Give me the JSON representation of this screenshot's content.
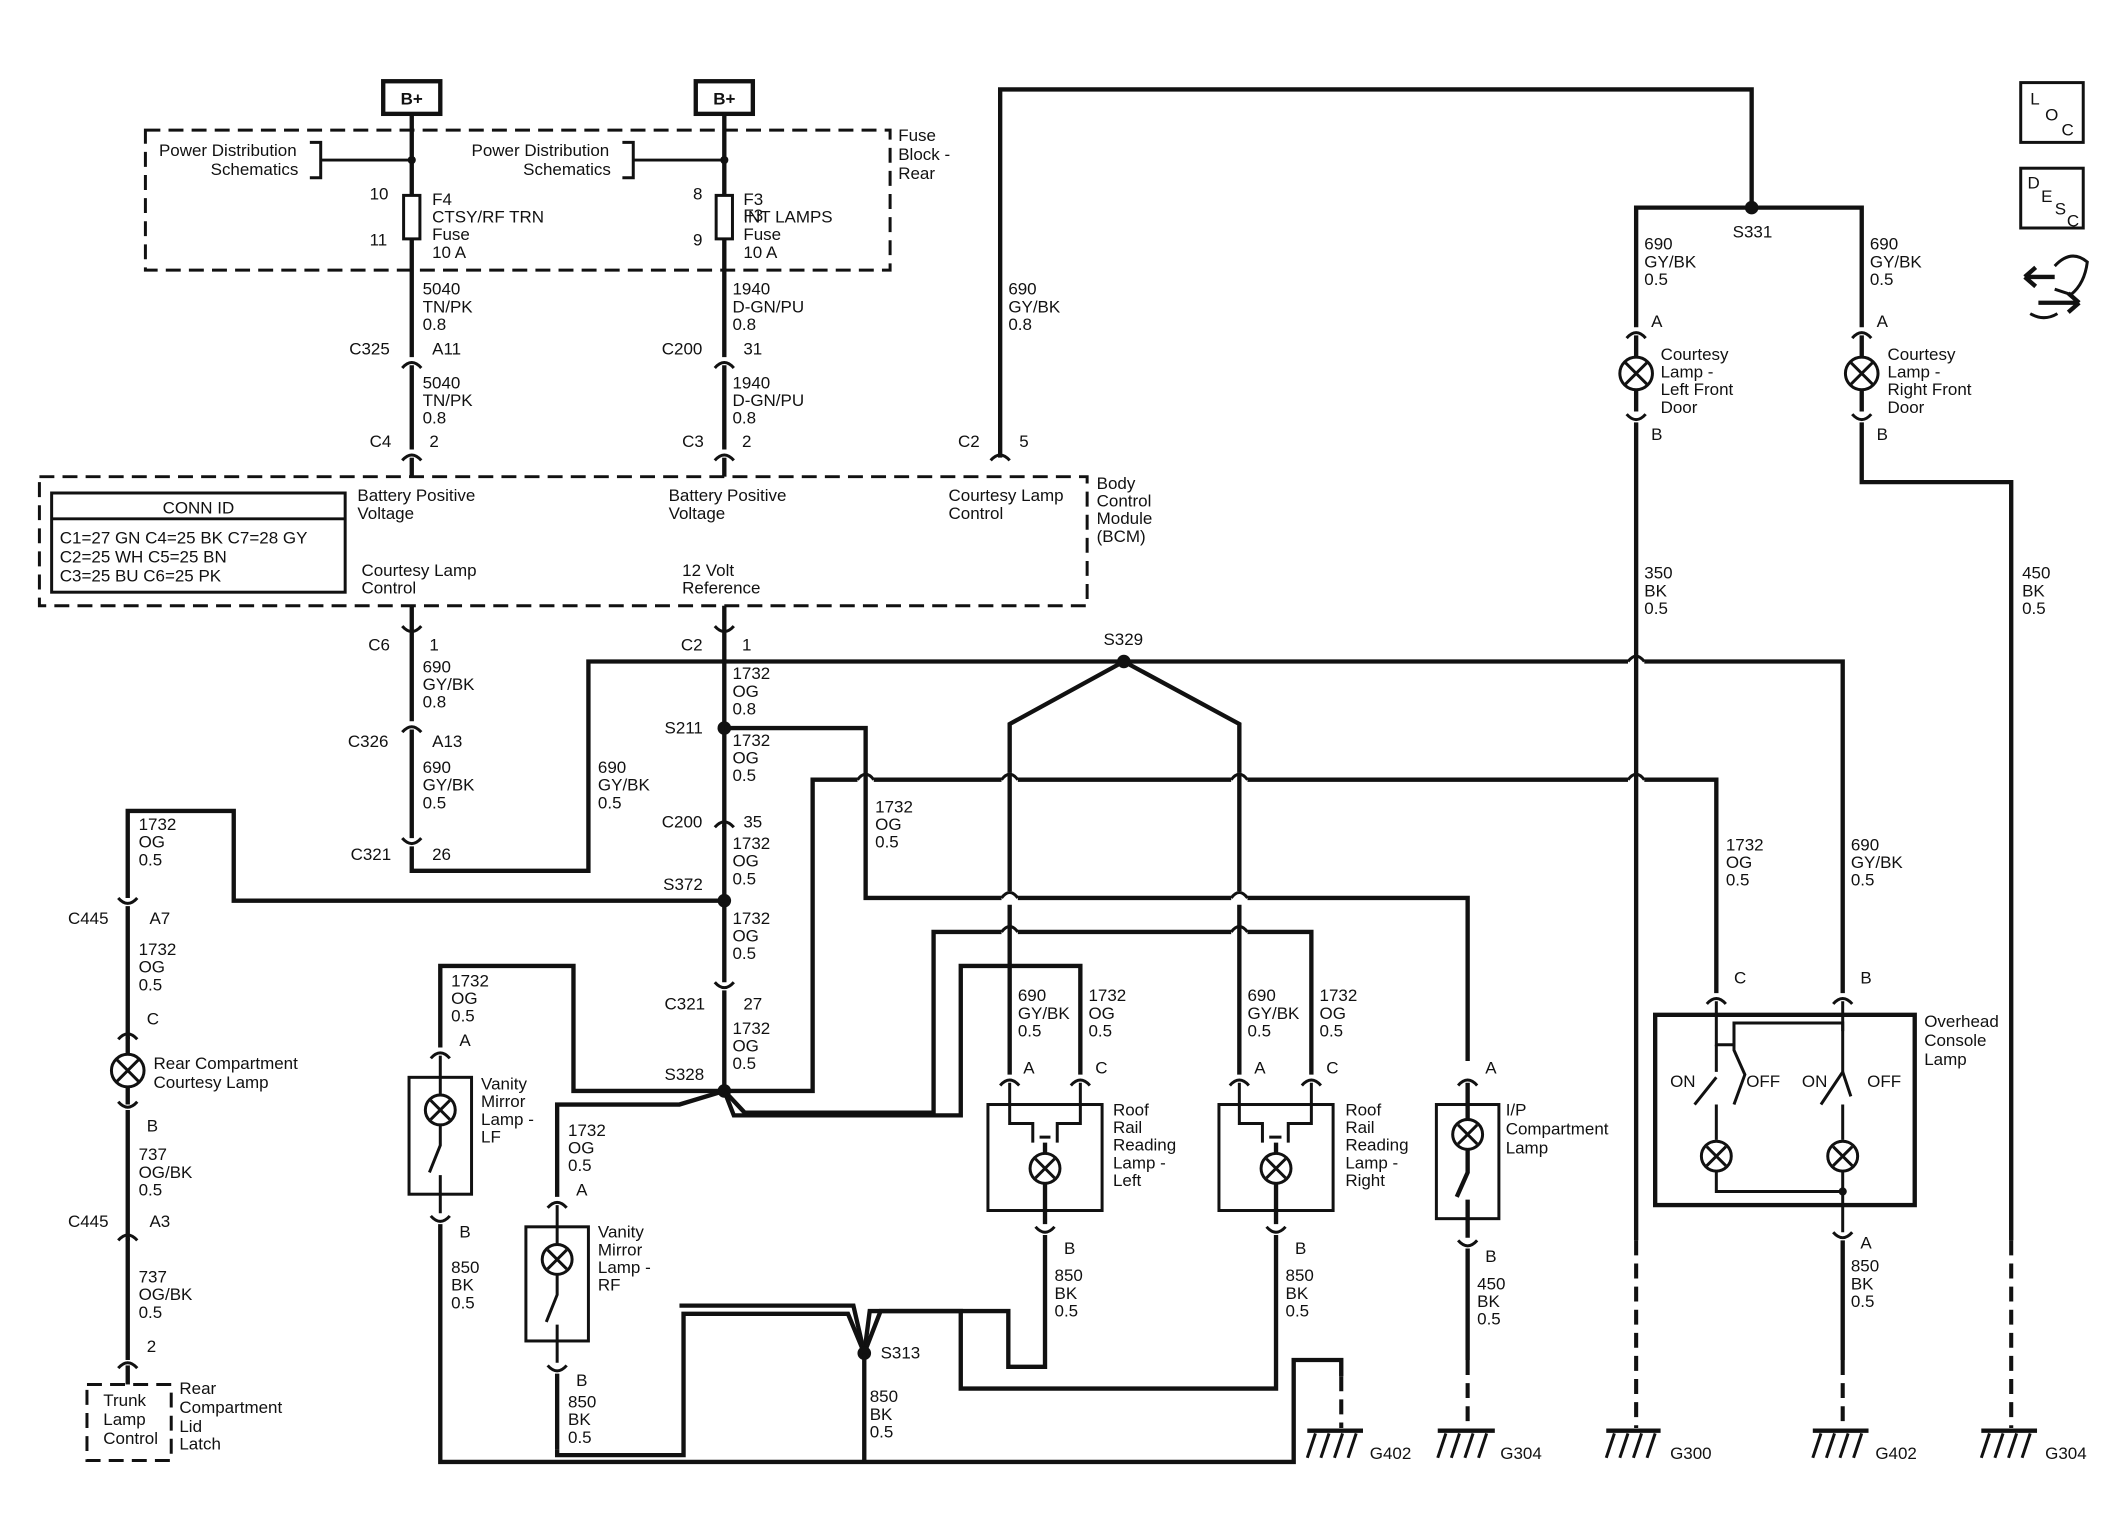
{
  "power": {
    "b_plus": "B+"
  },
  "fuse_block": {
    "label_lines": [
      "Fuse",
      "Block -",
      "Rear"
    ],
    "pds_lines": [
      "Power Distribution",
      "Schematics"
    ],
    "f4": {
      "pin_in": "10",
      "pin_out": "11",
      "lines": [
        "F4",
        "CTSY/RF TRN",
        "Fuse",
        "10 A"
      ]
    },
    "f3": {
      "pin_in": "8",
      "pin_out": "9",
      "lines": [
        "F3",
        "INT LAMPS",
        "Fuse",
        "10 A"
      ]
    }
  },
  "bcm": {
    "label_lines": [
      "Body",
      "Control",
      "Module",
      "(BCM)"
    ],
    "conn_id_title": "CONN ID",
    "conn_id_rows": [
      "C1=27 GN  C4=25 BK  C7=28 GY",
      "C2=25 WH  C5=25 BN",
      "C3=25 BU  C6=25 PK"
    ],
    "bat_pos_lines": [
      "Battery Positive",
      "Voltage"
    ],
    "courtesy_ctrl_lines": [
      "Courtesy Lamp",
      "Control"
    ],
    "ref_lines": [
      "12 Volt",
      "Reference"
    ]
  },
  "connectors": {
    "c325": "C325",
    "a11": "A11",
    "c200": "C200",
    "p31": "31",
    "p35": "35",
    "c4": "C4",
    "c3": "C3",
    "c2": "C2",
    "p2": "2",
    "p5": "5",
    "p1": "1",
    "c6": "C6",
    "c326": "C326",
    "a13": "A13",
    "c321": "C321",
    "p26": "26",
    "p27": "27",
    "c445": "C445",
    "a7": "A7",
    "a3": "A3",
    "pin_a": "A",
    "pin_b": "B",
    "pin_c": "C"
  },
  "splices": {
    "s331": "S331",
    "s329": "S329",
    "s211": "S211",
    "s372": "S372",
    "s328": "S328",
    "s313": "S313"
  },
  "wires": {
    "w5040": [
      "5040",
      "TN/PK",
      "0.8"
    ],
    "w1940": [
      "1940",
      "D-GN/PU",
      "0.8"
    ],
    "w690_08": [
      "690",
      "GY/BK",
      "0.8"
    ],
    "w690_05": [
      "690",
      "GY/BK",
      "0.5"
    ],
    "w1732_08": [
      "1732",
      "OG",
      "0.8"
    ],
    "w1732_05": [
      "1732",
      "OG",
      "0.5"
    ],
    "w737": [
      "737",
      "OG/BK",
      "0.5"
    ],
    "w850": [
      "850",
      "BK",
      "0.5"
    ],
    "w450": [
      "450",
      "BK",
      "0.5"
    ],
    "w350": [
      "350",
      "BK",
      "0.5"
    ]
  },
  "components": {
    "courtesy_lf": [
      "Courtesy",
      "Lamp -",
      "Left Front",
      "Door"
    ],
    "courtesy_rf": [
      "Courtesy",
      "Lamp -",
      "Right Front",
      "Door"
    ],
    "rear_courtesy": [
      "Rear Compartment",
      "Courtesy Lamp"
    ],
    "trunk_ctrl": [
      "Trunk",
      "Lamp",
      "Control"
    ],
    "rear_latch": [
      "Rear",
      "Compartment",
      "Lid",
      "Latch"
    ],
    "vanity_lf": [
      "Vanity",
      "Mirror",
      "Lamp -",
      "LF"
    ],
    "vanity_rf": [
      "Vanity",
      "Mirror",
      "Lamp -",
      "RF"
    ],
    "roof_left": [
      "Roof",
      "Rail",
      "Reading",
      "Lamp -",
      "Left"
    ],
    "roof_right": [
      "Roof",
      "Rail",
      "Reading",
      "Lamp -",
      "Right"
    ],
    "ip_comp": [
      "I/P",
      "Compartment",
      "Lamp"
    ],
    "overhead": [
      "Overhead",
      "Console",
      "Lamp"
    ],
    "on": "ON",
    "off": "OFF"
  },
  "grounds": {
    "g402": "G402",
    "g304": "G304",
    "g300": "G300"
  },
  "nav_icons": {
    "loc": [
      "L",
      "O",
      "C"
    ],
    "desc": [
      "D",
      "E",
      "S",
      "C"
    ]
  }
}
